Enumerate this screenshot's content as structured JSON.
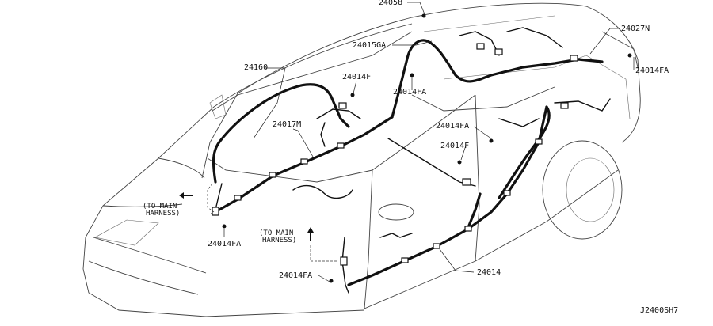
{
  "diagram": {
    "part_labels": {
      "p24058": "24058",
      "p24027N": "24027N",
      "p24015GA": "24015GA",
      "p24014FA_top_right": "24014FA",
      "p24160": "24160",
      "p24014F_top": "24014F",
      "p24014FA_mid": "24014FA",
      "p24017M": "24017M",
      "p24014FA_center": "24014FA",
      "p24014F_center": "24014F",
      "p24014FA_left": "24014FA",
      "p24014FA_bottom": "24014FA",
      "p24014": "24014"
    },
    "notes": {
      "to_main_left_1": "(TO MAIN",
      "to_main_left_2": "HARNESS)",
      "to_main_center_1": "(TO MAIN",
      "to_main_center_2": "HARNESS)"
    },
    "diagram_code": "J2400SH7"
  }
}
